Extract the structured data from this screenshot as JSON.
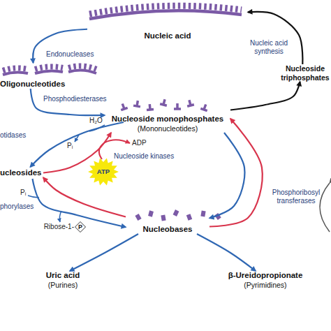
{
  "diagram": {
    "nodes": [
      {
        "text": [
          "Nucleic acid"
        ]
      },
      {
        "text": [
          "Oligonucleotides"
        ]
      },
      {
        "text": [
          "Nucleoside triphosphates"
        ]
      },
      {
        "text": [
          "Nucleoside monophosphates",
          "(Mononucleotides)"
        ]
      },
      {
        "text": [
          "ucleosides"
        ]
      },
      {
        "text": [
          "ATP"
        ]
      },
      {
        "text": [
          "P"
        ]
      },
      {
        "text": [
          "Nucleobases"
        ]
      },
      {
        "text": [
          "Uric acid",
          "(Purines)"
        ]
      },
      {
        "text": [
          "β-Ureidopropionate",
          "(Pyrimidines)"
        ]
      }
    ],
    "edges": [
      {
        "from": 0,
        "to": 1,
        "arrow": "to",
        "label": "Endonucleases"
      },
      {
        "from": 1,
        "to": 3,
        "arrow": "to",
        "label": "Phosphodiesterases"
      },
      {
        "from": 3,
        "to": 2,
        "arrow": "to"
      },
      {
        "from": 2,
        "to": 0,
        "arrow": "to",
        "label": "Nucleic acid synthesis"
      },
      {
        "from": 3,
        "to": 4,
        "arrow": "to",
        "label": "otidases"
      },
      {
        "from": 4,
        "to": 3,
        "arrow": "to",
        "label": "Nucleoside kinases"
      },
      {
        "from": 4,
        "to": 7,
        "arrow": "to",
        "label": "phorylases"
      },
      {
        "from": 7,
        "to": 4,
        "arrow": "to"
      },
      {
        "from": 3,
        "to": 7,
        "arrow": "to"
      },
      {
        "from": 7,
        "to": 3,
        "arrow": "to",
        "label": "Phosphoribosyl transferases"
      },
      {
        "from": 7,
        "to": 8,
        "arrow": "to"
      },
      {
        "from": 7,
        "to": 9,
        "arrow": "to"
      }
    ],
    "labels": [
      "H₂O",
      "ADP",
      "Pᵢ",
      "Pᵢ",
      "Ribose-1-"
    ]
  }
}
